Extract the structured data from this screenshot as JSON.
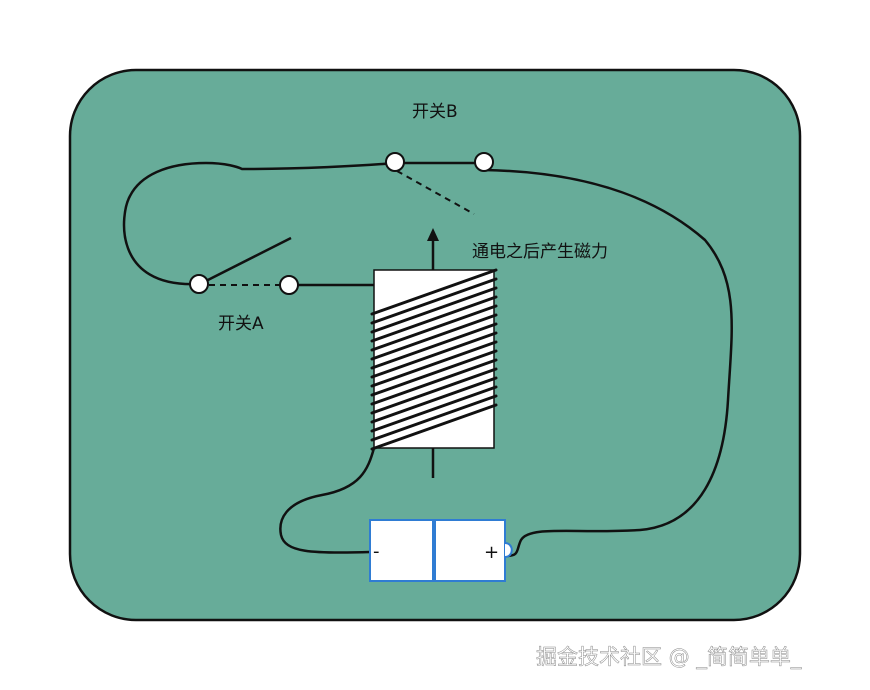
{
  "diagram": {
    "switch_b_label": "开关B",
    "switch_a_label": "开关A",
    "coil_caption": "通电之后产生磁力",
    "battery_negative": "-",
    "battery_positive": "+",
    "watermark": "掘金技术社区 @ _简简单单_"
  },
  "colors": {
    "board": "#67ac99",
    "wire": "#111111",
    "battery_border": "#2f7cd3",
    "coil_fill": "#ffffff"
  }
}
